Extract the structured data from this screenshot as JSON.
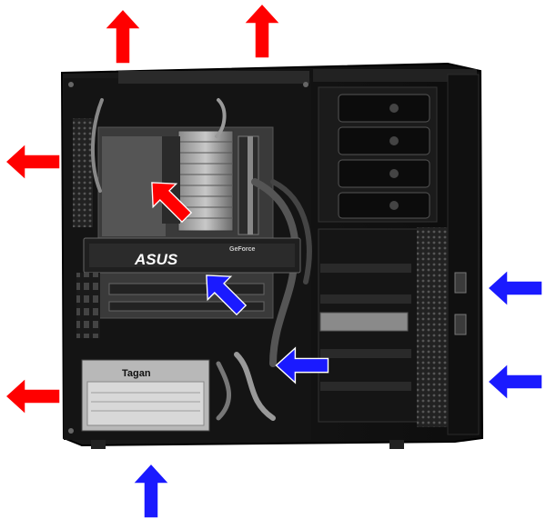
{
  "photo": {
    "gpu_brand": "ASUS",
    "gpu_series": "GeForce",
    "psu_brand": "Tagan"
  },
  "arrows": {
    "exhaust_color": "#ff0000",
    "intake_color": "#1a1aff",
    "exhaust": [
      {
        "name": "exhaust-arrow-top-left",
        "direction": "up"
      },
      {
        "name": "exhaust-arrow-top-right",
        "direction": "up"
      },
      {
        "name": "exhaust-arrow-rear-upper",
        "direction": "left"
      },
      {
        "name": "exhaust-arrow-rear-lower",
        "direction": "left"
      }
    ],
    "intake": [
      {
        "name": "intake-arrow-front-upper",
        "direction": "left"
      },
      {
        "name": "intake-arrow-front-lower",
        "direction": "left"
      },
      {
        "name": "intake-arrow-bottom",
        "direction": "up"
      }
    ],
    "internal": [
      {
        "name": "airflow-arrow-cpu",
        "color": "#ff0000",
        "direction": "up-left"
      },
      {
        "name": "airflow-arrow-gpu",
        "color": "#1a1aff",
        "direction": "up-left"
      },
      {
        "name": "airflow-arrow-drives",
        "color": "#1a1aff",
        "direction": "left"
      }
    ]
  }
}
